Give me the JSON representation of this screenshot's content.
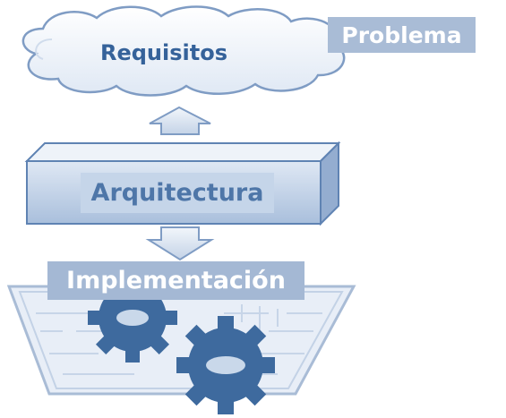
{
  "diagram": {
    "requisitos": "Requisitos",
    "problema": "Problema",
    "arquitectura": "Arquitectura",
    "implementacion": "Implementación"
  },
  "colors": {
    "dark_blue": "#35629a",
    "mid_blue": "#7f9cc4",
    "light_blue": "#c5d5e9",
    "gear_blue": "#3e6a9e"
  }
}
